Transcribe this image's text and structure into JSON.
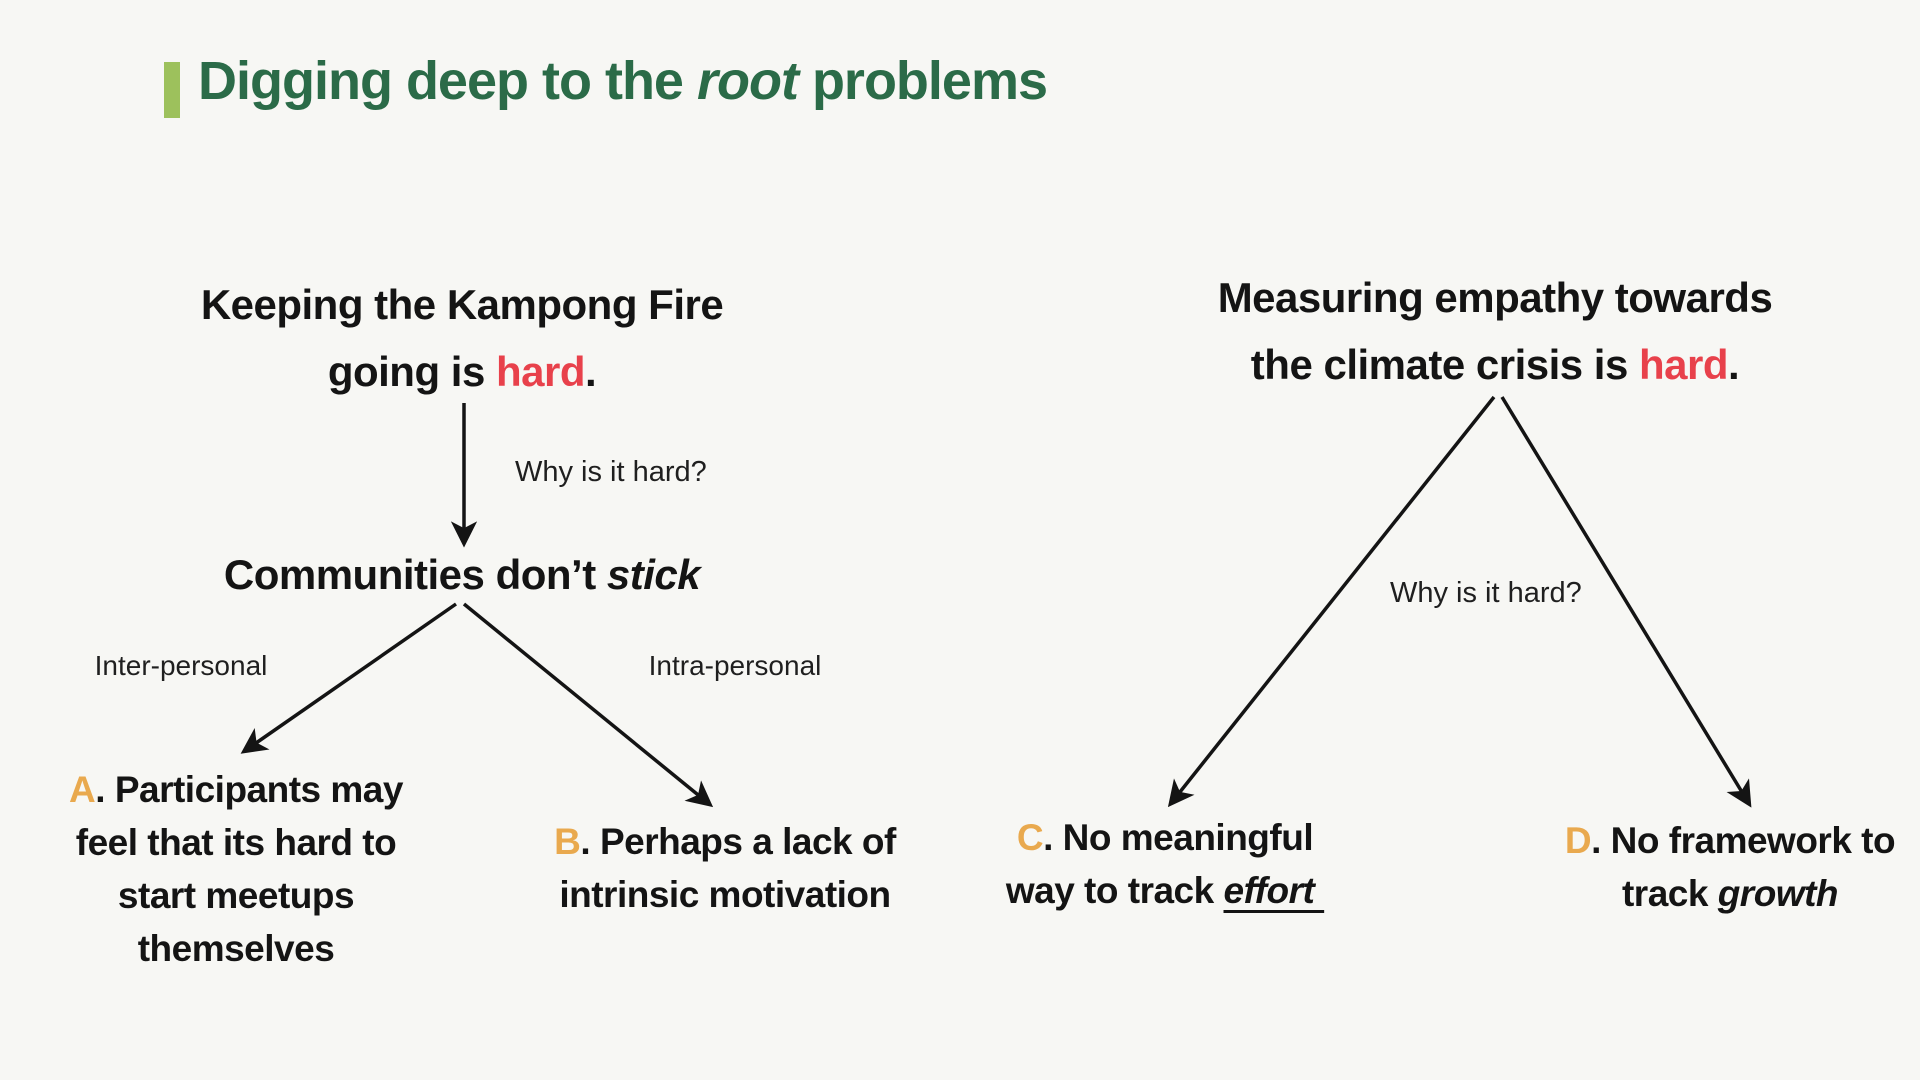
{
  "colors": {
    "background": "#f7f7f4",
    "title_green": "#2b6b48",
    "accent_bar_green": "#9dc15c",
    "highlight_red": "#e8414b",
    "letter_orange": "#e9a94e",
    "text_black": "#141414"
  },
  "title": {
    "prefix": "Digging deep to the ",
    "italic_word": "root",
    "suffix": " problems"
  },
  "left_tree": {
    "problem_text": "Keeping the Kampong Fire\ngoing is ",
    "problem_highlight": "hard",
    "problem_period": ".",
    "why_label": "Why is it hard?",
    "cause_prefix": "Communities don’t ",
    "cause_italic": "stick",
    "branch_left_label": "Inter-personal",
    "branch_right_label": "Intra-personal",
    "option_a": {
      "letter": "A",
      "text": ". Participants may\nfeel that its hard to\nstart meetups\nthemselves"
    },
    "option_b": {
      "letter": "B",
      "text": ". Perhaps a lack of\nintrinsic motivation"
    }
  },
  "right_tree": {
    "problem_text": "Measuring empathy towards\nthe climate crisis is ",
    "problem_highlight": "hard",
    "problem_period": ".",
    "why_label": "Why is it hard?",
    "option_c": {
      "letter": "C",
      "text": ". No meaningful\nway to track ",
      "emphasis": "effort "
    },
    "option_d": {
      "letter": "D",
      "text": ". No framework to\ntrack ",
      "emphasis": "growth"
    }
  }
}
